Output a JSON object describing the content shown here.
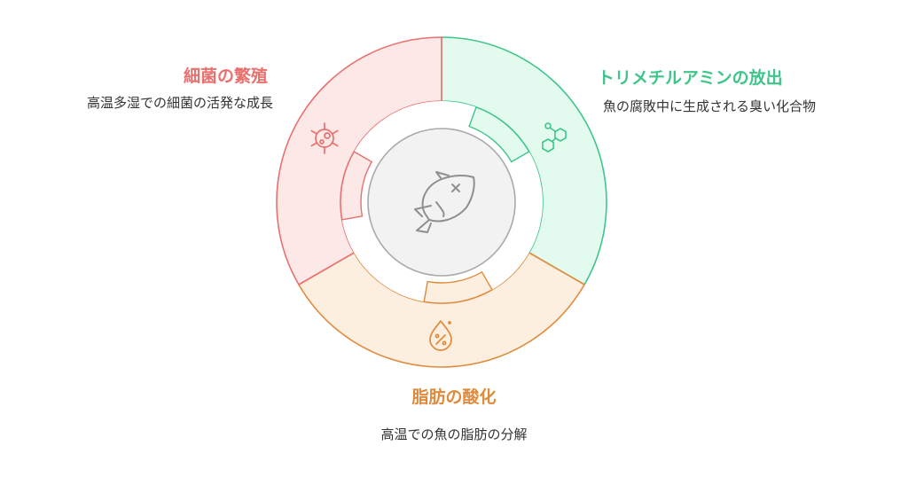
{
  "segments": [
    {
      "id": "bacteria",
      "title": "細菌の繁殖",
      "description": "高温多湿での細菌の活発な成長",
      "icon": "bacteria-icon",
      "stroke": "#e8706f",
      "fill": "#fde8e8"
    },
    {
      "id": "tma",
      "title": "トリメチルアミンの放出",
      "description": "魚の腐敗中に生成される臭い化合物",
      "icon": "molecule-icon",
      "stroke": "#3fc58a",
      "fill": "#e3fbef"
    },
    {
      "id": "oxidation",
      "title": "脂肪の酸化",
      "description": "高温での魚の脂肪の分解",
      "icon": "percent-drop-icon",
      "stroke": "#e08a3c",
      "fill": "#fdefe0"
    }
  ],
  "center": {
    "icon": "fish-icon",
    "stroke": "#aaaaaa",
    "fill": "#f2f2f2"
  }
}
